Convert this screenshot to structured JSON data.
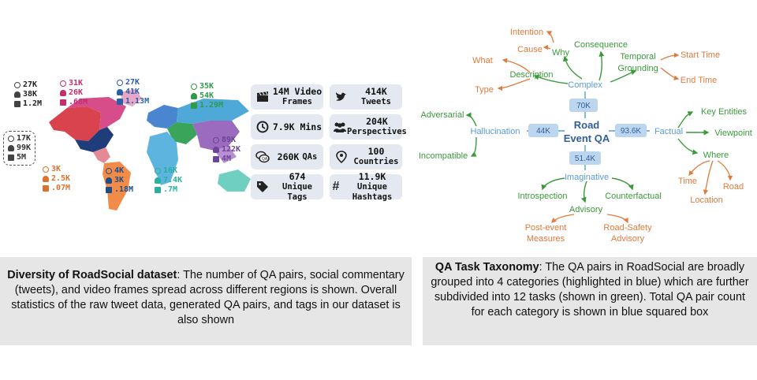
{
  "regions": [
    {
      "id": "north-america-west",
      "qa": "27K",
      "tweets": "38K",
      "video": "1.2M"
    },
    {
      "id": "north-america-east",
      "qa": "31K",
      "tweets": "26K",
      "video": ".68M"
    },
    {
      "id": "europe",
      "qa": "27K",
      "tweets": "41K",
      "video": "1.13M"
    },
    {
      "id": "middle-east",
      "qa": "35K",
      "tweets": "54K",
      "video": "1.29M"
    },
    {
      "id": "east-asia",
      "qa": "89K",
      "tweets": "122K",
      "video": "4M"
    },
    {
      "id": "unknown",
      "qa": "17K",
      "tweets": "99K",
      "video": "5M"
    },
    {
      "id": "south-america",
      "qa": "3K",
      "tweets": "2.5K",
      "video": ".07M"
    },
    {
      "id": "africa",
      "qa": "4K",
      "tweets": "3K",
      "video": ".18M"
    },
    {
      "id": "oceania",
      "qa": "16K",
      "tweets": "7.4K",
      "video": ".7M"
    }
  ],
  "stats": [
    {
      "id": "video-frames",
      "value": "14M Video",
      "label": "Frames",
      "icon": "clapperboard-icon"
    },
    {
      "id": "tweets",
      "value": "414K",
      "label": "Tweets",
      "icon": "twitter-bird-icon"
    },
    {
      "id": "mins",
      "value": "7.9K Mins",
      "label": "",
      "icon": "clock-icon"
    },
    {
      "id": "perspectives",
      "value": "204K",
      "label": "Perspectives",
      "icon": "people-icon"
    },
    {
      "id": "qas",
      "value": "260K",
      "label": "QAs",
      "icon": "chat-bubbles-icon"
    },
    {
      "id": "countries",
      "value": "100",
      "label": "Countries",
      "icon": "location-pin-icon"
    },
    {
      "id": "unique-tags",
      "value": "674",
      "label": "Unique Tags",
      "icon": "tag-icon"
    },
    {
      "id": "unique-hashtags",
      "value": "11.9K",
      "label": "Unique Hashtags",
      "icon": "hash-icon"
    }
  ],
  "taxonomy": {
    "center_line1": "Road",
    "center_line2": "Event QA",
    "categories": {
      "complex": "Complex",
      "hallucination": "Hallucination",
      "factual": "Factual",
      "imaginative": "Imaginative"
    },
    "counts": {
      "complex": "70K",
      "hallucination": "44K",
      "factual": "93.6K",
      "imaginative": "51.4K"
    },
    "tasks": {
      "why": "Why",
      "consequence": "Consequence",
      "temporal_grounding_1": "Temporal",
      "temporal_grounding_2": "Grounding",
      "description": "Description",
      "adversarial": "Adversarial",
      "incompatible": "Incompatible",
      "key_entities": "Key Entities",
      "viewpoint": "Viewpoint",
      "where": "Where",
      "introspection": "Introspection",
      "counterfactual": "Counterfactual",
      "advisory": "Advisory"
    },
    "subtasks": {
      "intention": "Intention",
      "cause": "Cause",
      "what": "What",
      "type": "Type",
      "start_time": "Start Time",
      "end_time": "End Time",
      "time": "Time",
      "road": "Road",
      "location": "Location",
      "post_event_1": "Post-event",
      "post_event_2": "Measures",
      "road_safety_1": "Road-Safety",
      "road_safety_2": "Advisory"
    },
    "colors": {
      "category": "#5b9bd5",
      "task": "#3a9a3a",
      "subtask": "#e07b3c",
      "count_box": "#bcd6f0"
    }
  },
  "caption_left": {
    "bold": "Diversity of RoadSocial dataset",
    "text": ": The number of QA pairs, social commentary (tweets), and video frames spread across different regions is shown. Overall statistics of the raw tweet data, generated QA pairs, and tags in our dataset is also shown"
  },
  "caption_right": {
    "bold": "QA Task Taxonomy",
    "text": ": The QA pairs in RoadSocial are broadly grouped into 4 categories (highlighted in blue) which are further subdivided into 12 tasks (shown in green). Total QA pair count for each category is shown in blue squared box"
  }
}
